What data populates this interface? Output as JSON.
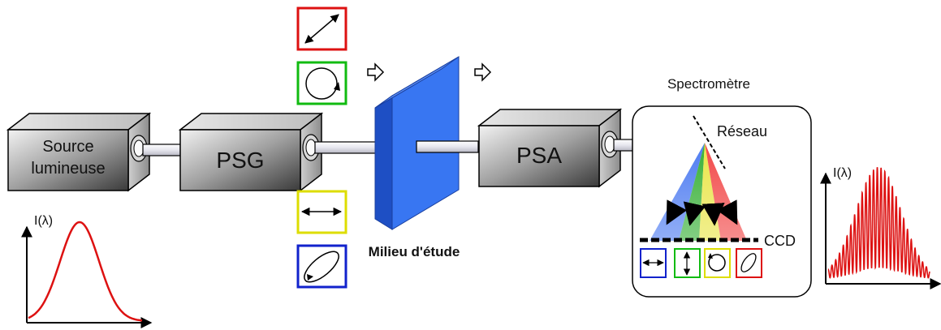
{
  "labels": {
    "source_line1": "Source",
    "source_line2": "lumineuse",
    "psg": "PSG",
    "psa": "PSA",
    "medium": "Milieu d'étude",
    "spectrometer": "Spectromètre",
    "grating": "Réseau",
    "ccd": "CCD",
    "intensity_axis_left": "I(λ)",
    "intensity_axis_right": "I(λ)"
  },
  "colors": {
    "medium": "#2f6ff0",
    "curve": "#dd1111",
    "pol_red": "#dd1111",
    "pol_green": "#11bb11",
    "pol_yellow": "#dddd00",
    "pol_blue": "#1122cc"
  },
  "polarization_states_psg": [
    "linear-diagonal",
    "circular",
    "linear-horizontal",
    "elliptical"
  ],
  "polarization_states_ccd": [
    "linear-horizontal",
    "linear-vertical",
    "circular",
    "elliptical"
  ]
}
